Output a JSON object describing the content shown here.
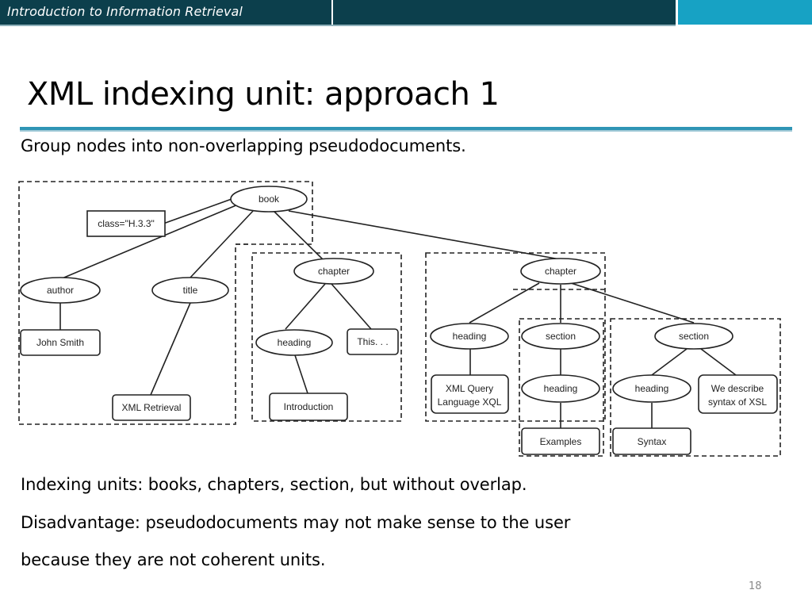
{
  "header": {
    "course": "Introduction to Information Retrieval",
    "colors": {
      "bar": "#0c3f4c",
      "accent": "#17a2c4",
      "rule": "#2f95b5"
    }
  },
  "slide": {
    "title": "XML indexing unit: approach 1",
    "intro": "Group nodes into non-overlapping pseudodocuments.",
    "bullets": [
      "Indexing units: books, chapters, section, but without overlap.",
      "Disadvantage: pseudodocuments may not make sense to the user",
      "because they are not coherent units."
    ],
    "page_number": "18"
  },
  "diagram": {
    "nodes": {
      "book": "book",
      "class_attr": "class=\"H.3.3\"",
      "author": "author",
      "title": "title",
      "chapter1": "chapter",
      "chapter2": "chapter",
      "john_smith": "John Smith",
      "xml_retrieval": "XML Retrieval",
      "heading1": "heading",
      "this_text": "This. . .",
      "introduction": "Introduction",
      "heading2": "heading",
      "section1": "section",
      "section2": "section",
      "xml_query": [
        "XML Query",
        "Language XQL"
      ],
      "heading3": "heading",
      "heading4": "heading",
      "we_describe": [
        "We describe",
        "syntax of XSL"
      ],
      "examples": "Examples",
      "syntax": "Syntax"
    }
  }
}
